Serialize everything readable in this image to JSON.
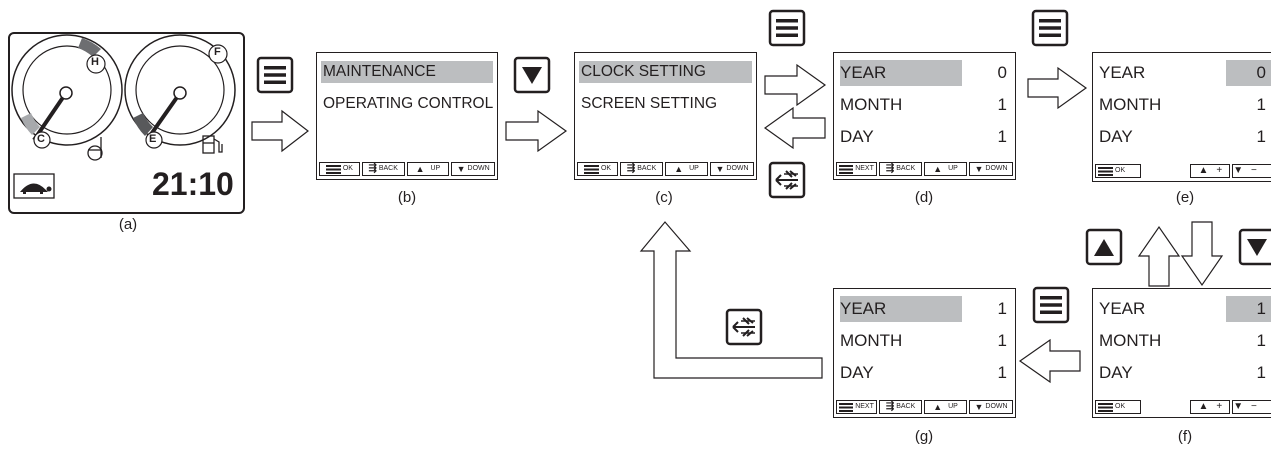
{
  "captions": [
    "(a)",
    "(b)",
    "(c)",
    "(d)",
    "(e)",
    "(f)",
    "(g)"
  ],
  "screen_a": {
    "temp_gauge": {
      "high_mark": "H",
      "cold_mark": "C",
      "icon": "coolant-temperature-icon"
    },
    "fuel_gauge": {
      "full_mark": "F",
      "empty_mark": "E",
      "icon": "fuel-pump-icon"
    },
    "mode_icon": "turtle-icon",
    "time": "21:10"
  },
  "screen_b": {
    "items": [
      "MAINTENANCE",
      "OPERATING CONTROL"
    ],
    "selected": 0,
    "footer": [
      "OK",
      "BACK",
      "UP",
      "DOWN"
    ]
  },
  "screen_c": {
    "items": [
      "CLOCK SETTING",
      "SCREEN SETTING"
    ],
    "selected": 0,
    "footer": [
      "OK",
      "BACK",
      "UP",
      "DOWN"
    ]
  },
  "screen_d": {
    "rows": [
      {
        "label": "YEAR",
        "value": "0"
      },
      {
        "label": "MONTH",
        "value": "1"
      },
      {
        "label": "DAY",
        "value": "1"
      }
    ],
    "highlight": "label",
    "footer": [
      "NEXT",
      "BACK",
      "UP",
      "DOWN"
    ]
  },
  "screen_e": {
    "rows": [
      {
        "label": "YEAR",
        "value": "0"
      },
      {
        "label": "MONTH",
        "value": "1"
      },
      {
        "label": "DAY",
        "value": "1"
      }
    ],
    "highlight": "value",
    "footer": [
      "OK",
      "+",
      "−"
    ]
  },
  "screen_f": {
    "rows": [
      {
        "label": "YEAR",
        "value": "1"
      },
      {
        "label": "MONTH",
        "value": "1"
      },
      {
        "label": "DAY",
        "value": "1"
      }
    ],
    "highlight": "value",
    "footer": [
      "OK",
      "+",
      "−"
    ]
  },
  "screen_g": {
    "rows": [
      {
        "label": "YEAR",
        "value": "1"
      },
      {
        "label": "MONTH",
        "value": "1"
      },
      {
        "label": "DAY",
        "value": "1"
      }
    ],
    "highlight": "label",
    "footer": [
      "NEXT",
      "BACK",
      "UP",
      "DOWN"
    ]
  },
  "button_icons": [
    "menu-button-icon",
    "down-button-icon",
    "up-button-icon",
    "back-button-icon"
  ]
}
